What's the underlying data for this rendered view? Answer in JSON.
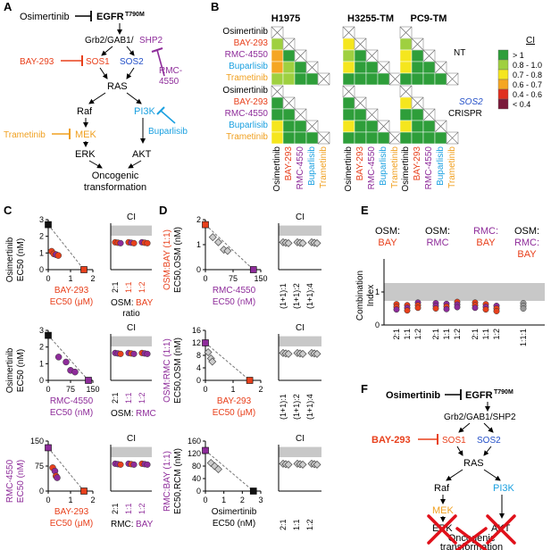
{
  "colors": {
    "bay": "#e8401c",
    "rmc": "#8e2c9a",
    "bup": "#1aa0e0",
    "tra": "#f0a020",
    "sos2": "#2450c8",
    "pi3k": "#1aa0e0",
    "shp2": "#8e2c9a",
    "grey_band": "#c8c8c8",
    "cross": "#e0101a"
  },
  "panelA": {
    "letter": "A",
    "osimertinib": "Osimertinib",
    "egfr": "EGFR",
    "egfr_sup": "T790M",
    "grb2": "Grb2/GAB1/",
    "shp2": "SHP2",
    "bay": "BAY-293",
    "sos1": "SOS1",
    "sos2": "SOS2",
    "rmc_a": "RMC-",
    "rmc_b": "4550",
    "ras": "RAS",
    "raf": "Raf",
    "pi3k": "PI3K",
    "trametinib": "Trametinib",
    "mek": "MEK",
    "buparlisib": "Buparlisib",
    "erk": "ERK",
    "akt": "AKT",
    "onco1": "Oncogenic",
    "onco2": "transformation"
  },
  "panelB": {
    "letter": "B",
    "cells": [
      "H1975",
      "H3255-TM",
      "PC9-TM"
    ],
    "drugs": [
      "Osimertinib",
      "BAY-293",
      "RMC-4550",
      "Buparlisib",
      "Trametinib"
    ],
    "row_labels": [
      "NT",
      "SOS2",
      "CRISPR"
    ],
    "legend_title": "CI",
    "legend": [
      {
        "label": "> 1",
        "color": "#2e9e3a"
      },
      {
        "label": "0.8 - 1.0",
        "color": "#9fd040"
      },
      {
        "label": "0.7 - 0.8",
        "color": "#f5e61e"
      },
      {
        "label": "0.6 - 0.7",
        "color": "#f5a623"
      },
      {
        "label": "0.4 - 0.6",
        "color": "#e03020"
      },
      {
        "label": "< 0.4",
        "color": "#7a1a3a"
      }
    ],
    "nt": [
      [
        [
          -1,
          -1,
          -1,
          -1,
          -1
        ],
        [
          1,
          -1,
          -1,
          -1,
          -1
        ],
        [
          3,
          0,
          -1,
          -1,
          -1
        ],
        [
          3,
          1,
          0,
          -1,
          -1
        ],
        [
          1,
          1,
          0,
          0,
          -1
        ]
      ],
      [
        [
          -1,
          -1,
          -1,
          -1,
          -1
        ],
        [
          2,
          -1,
          -1,
          -1,
          -1
        ],
        [
          1,
          0,
          -1,
          -1,
          -1
        ],
        [
          2,
          0,
          0,
          -1,
          -1
        ],
        [
          0,
          0,
          0,
          0,
          -1
        ]
      ],
      [
        [
          -1,
          -1,
          -1,
          -1,
          -1
        ],
        [
          1,
          -1,
          -1,
          -1,
          -1
        ],
        [
          2,
          0,
          -1,
          -1,
          -1
        ],
        [
          2,
          0,
          0,
          -1,
          -1
        ],
        [
          0,
          0,
          0,
          0,
          -1
        ]
      ]
    ],
    "sos2": [
      [
        [
          -1,
          -1,
          -1,
          -1,
          -1
        ],
        [
          0,
          -1,
          -1,
          -1,
          -1
        ],
        [
          0,
          0,
          -1,
          -1,
          -1
        ],
        [
          2,
          0,
          0,
          -1,
          -1
        ],
        [
          2,
          0,
          0,
          0,
          -1
        ]
      ],
      [
        [
          -1,
          -1,
          -1,
          -1,
          -1
        ],
        [
          0,
          -1,
          -1,
          -1,
          -1
        ],
        [
          0,
          0,
          -1,
          -1,
          -1
        ],
        [
          2,
          0,
          0,
          -1,
          -1
        ],
        [
          0,
          0,
          0,
          0,
          -1
        ]
      ],
      [
        [
          -1,
          -1,
          -1,
          -1,
          -1
        ],
        [
          2,
          -1,
          -1,
          -1,
          -1
        ],
        [
          0,
          0,
          -1,
          -1,
          -1
        ],
        [
          2,
          0,
          0,
          -1,
          -1
        ],
        [
          0,
          0,
          0,
          0,
          -1
        ]
      ]
    ]
  },
  "panelC": {
    "letter": "C",
    "rows": [
      {
        "ylab1": "Osimertinib",
        "ylab2": "EC50 (nM)",
        "y_ticks": [
          "0",
          "1",
          "2",
          "3"
        ],
        "x_ticks": [
          "0",
          "1",
          "2"
        ],
        "xlab1": "BAY-293",
        "xlab2": "EC50 (μM)",
        "ratio_a": "OSM:",
        "ratio_b": "BAY",
        "ratio_c": "ratio",
        "ci": "CI",
        "ratios": [
          "2:1",
          "1:1",
          "1:2"
        ]
      },
      {
        "ylab1": "Osimertinib",
        "ylab2": "EC50 (nM)",
        "y_ticks": [
          "0",
          "1",
          "2",
          "3"
        ],
        "x_ticks": [
          "0",
          "75",
          "150"
        ],
        "xlab1": "RMC-4550",
        "xlab2": "EC50 (nM)",
        "ratio_a": "OSM:",
        "ratio_b": "RMC",
        "ratio_c": "",
        "ci": "CI",
        "ratios": [
          "2:1",
          "1:1",
          "1:2"
        ]
      },
      {
        "ylab1": "RMC-4550",
        "ylab2": "EC50 (nM)",
        "y_ticks": [
          "0",
          "75",
          "150"
        ],
        "x_ticks": [
          "0",
          "1",
          "2"
        ],
        "xlab1": "BAY-293",
        "xlab2": "EC50 (μM)",
        "ratio_a": "RMC:",
        "ratio_b": "BAY",
        "ratio_c": "",
        "ci": "CI",
        "ratios": [
          "2:1",
          "1:1",
          "1:2"
        ]
      }
    ]
  },
  "panelD": {
    "letter": "D",
    "rows": [
      {
        "ylab1": "OSM:BAY (1:1)",
        "ylab2": "EC50,OSM (nM)",
        "y_ticks": [
          "0",
          "1",
          "2"
        ],
        "x_ticks": [
          "0",
          "75",
          "150"
        ],
        "xlab1": "RMC-4550",
        "xlab2": "EC50 (nM)",
        "ci": "CI",
        "ratios": [
          "(1+1):1",
          "(1+1):2",
          "(1+1):4"
        ]
      },
      {
        "ylab1": "OSM:RMC (1:1)",
        "ylab2": "EC50,OSM (nM)",
        "y_ticks": [
          "0",
          "4",
          "8",
          "12",
          "16"
        ],
        "x_ticks": [
          "0",
          "1",
          "2"
        ],
        "xlab1": "BAY-293",
        "xlab2": "EC50 (μM)",
        "ci": "CI",
        "ratios": [
          "(1+1):1",
          "(1+1):2",
          "(1+1):4"
        ]
      },
      {
        "ylab1": "RMC:BAY (1:1)",
        "ylab2": "EC50,RCM (nM)",
        "y_ticks": [
          "0",
          "40",
          "80",
          "120",
          "160"
        ],
        "x_ticks": [
          "0",
          "1",
          "2",
          "3"
        ],
        "xlab1": "Osimertinib",
        "xlab2": "EC50 (nM)",
        "ci": "CI",
        "ratios": [
          "2:1",
          "1:1",
          "1:2"
        ]
      }
    ]
  },
  "panelE": {
    "letter": "E",
    "groups": [
      {
        "top": "OSM:",
        "bot": "BAY"
      },
      {
        "top": "OSM:",
        "bot": "RMC"
      },
      {
        "top": "RMC:",
        "bot": "BAY"
      },
      {
        "top": "OSM:",
        "bot": "RMC:",
        "bot2": "BAY"
      }
    ],
    "ylabel1": "Combination",
    "ylabel2": "Index",
    "y_ticks": [
      "0",
      "1"
    ],
    "ratios": [
      "2:1",
      "1:1",
      "1:2",
      "2:1",
      "1:1",
      "1:2",
      "2:1",
      "1:1",
      "1:2",
      "1:1:1"
    ]
  },
  "panelF": {
    "letter": "F",
    "osimertinib": "Osimertinib",
    "egfr": "EGFR",
    "egfr_sup": "T790M",
    "grb2": "Grb2/GAB1/SHP2",
    "bay": "BAY-293",
    "sos1": "SOS1",
    "sos2": "SOS2",
    "ras": "RAS",
    "raf": "Raf",
    "pi3k": "PI3K",
    "mek": "MEK",
    "erk": "ERK",
    "akt": "AKT",
    "onco1": "Oncogenic",
    "onco2": "transformation"
  }
}
